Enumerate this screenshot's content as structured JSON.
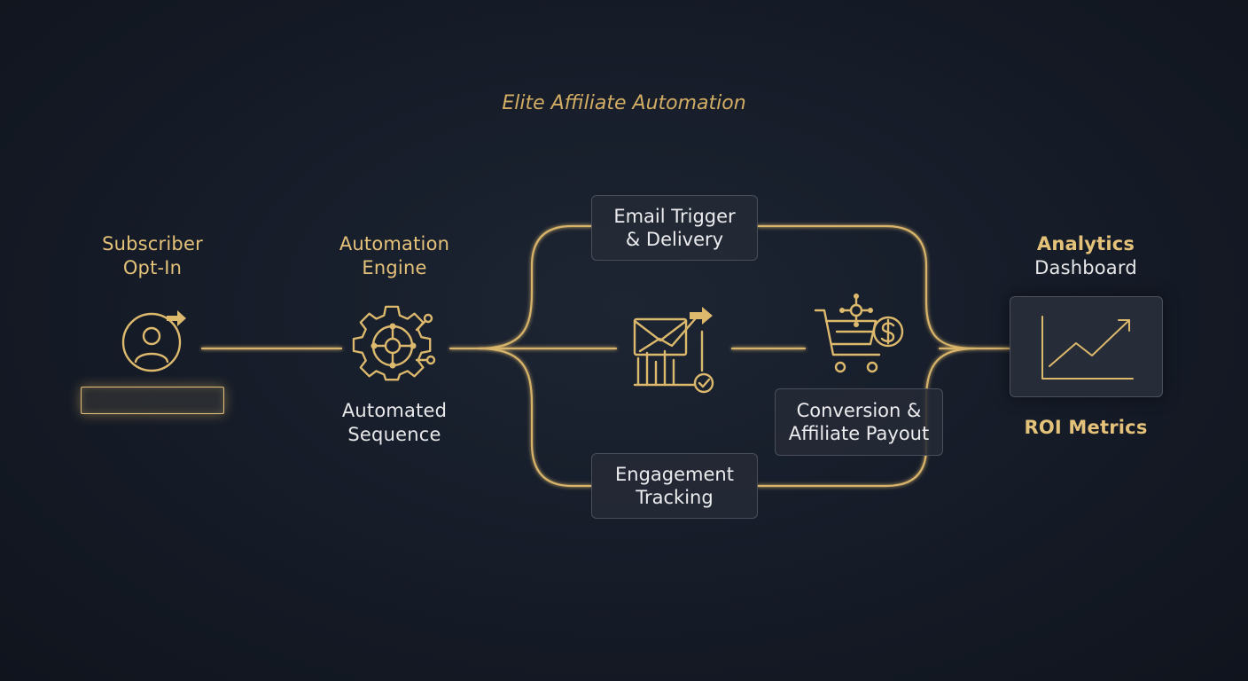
{
  "title": "Elite Affiliate Automation",
  "nodes": {
    "subscriber": {
      "line1": "Subscriber",
      "line2": "Opt-In"
    },
    "engine": {
      "top1": "Automation",
      "top2": "Engine",
      "bottom1": "Automated",
      "bottom2": "Sequence"
    },
    "email": "Email Trigger\n& Delivery",
    "engagement": "Engagement\nTracking",
    "conversion": "Conversion &\nAffiliate Payout",
    "analytics": {
      "line1": "Analytics",
      "line2": "Dashboard",
      "metrics": "ROI Metrics"
    }
  },
  "icons": {
    "subscriber": "user-arrow-icon",
    "engine": "gear-network-icon",
    "email": "envelope-chart-icon",
    "cart": "cart-dollar-icon",
    "dashboard": "trend-chart-icon"
  },
  "colors": {
    "gold": "#d8b46a",
    "background": "#151b27",
    "text": "#e8e8ea"
  }
}
